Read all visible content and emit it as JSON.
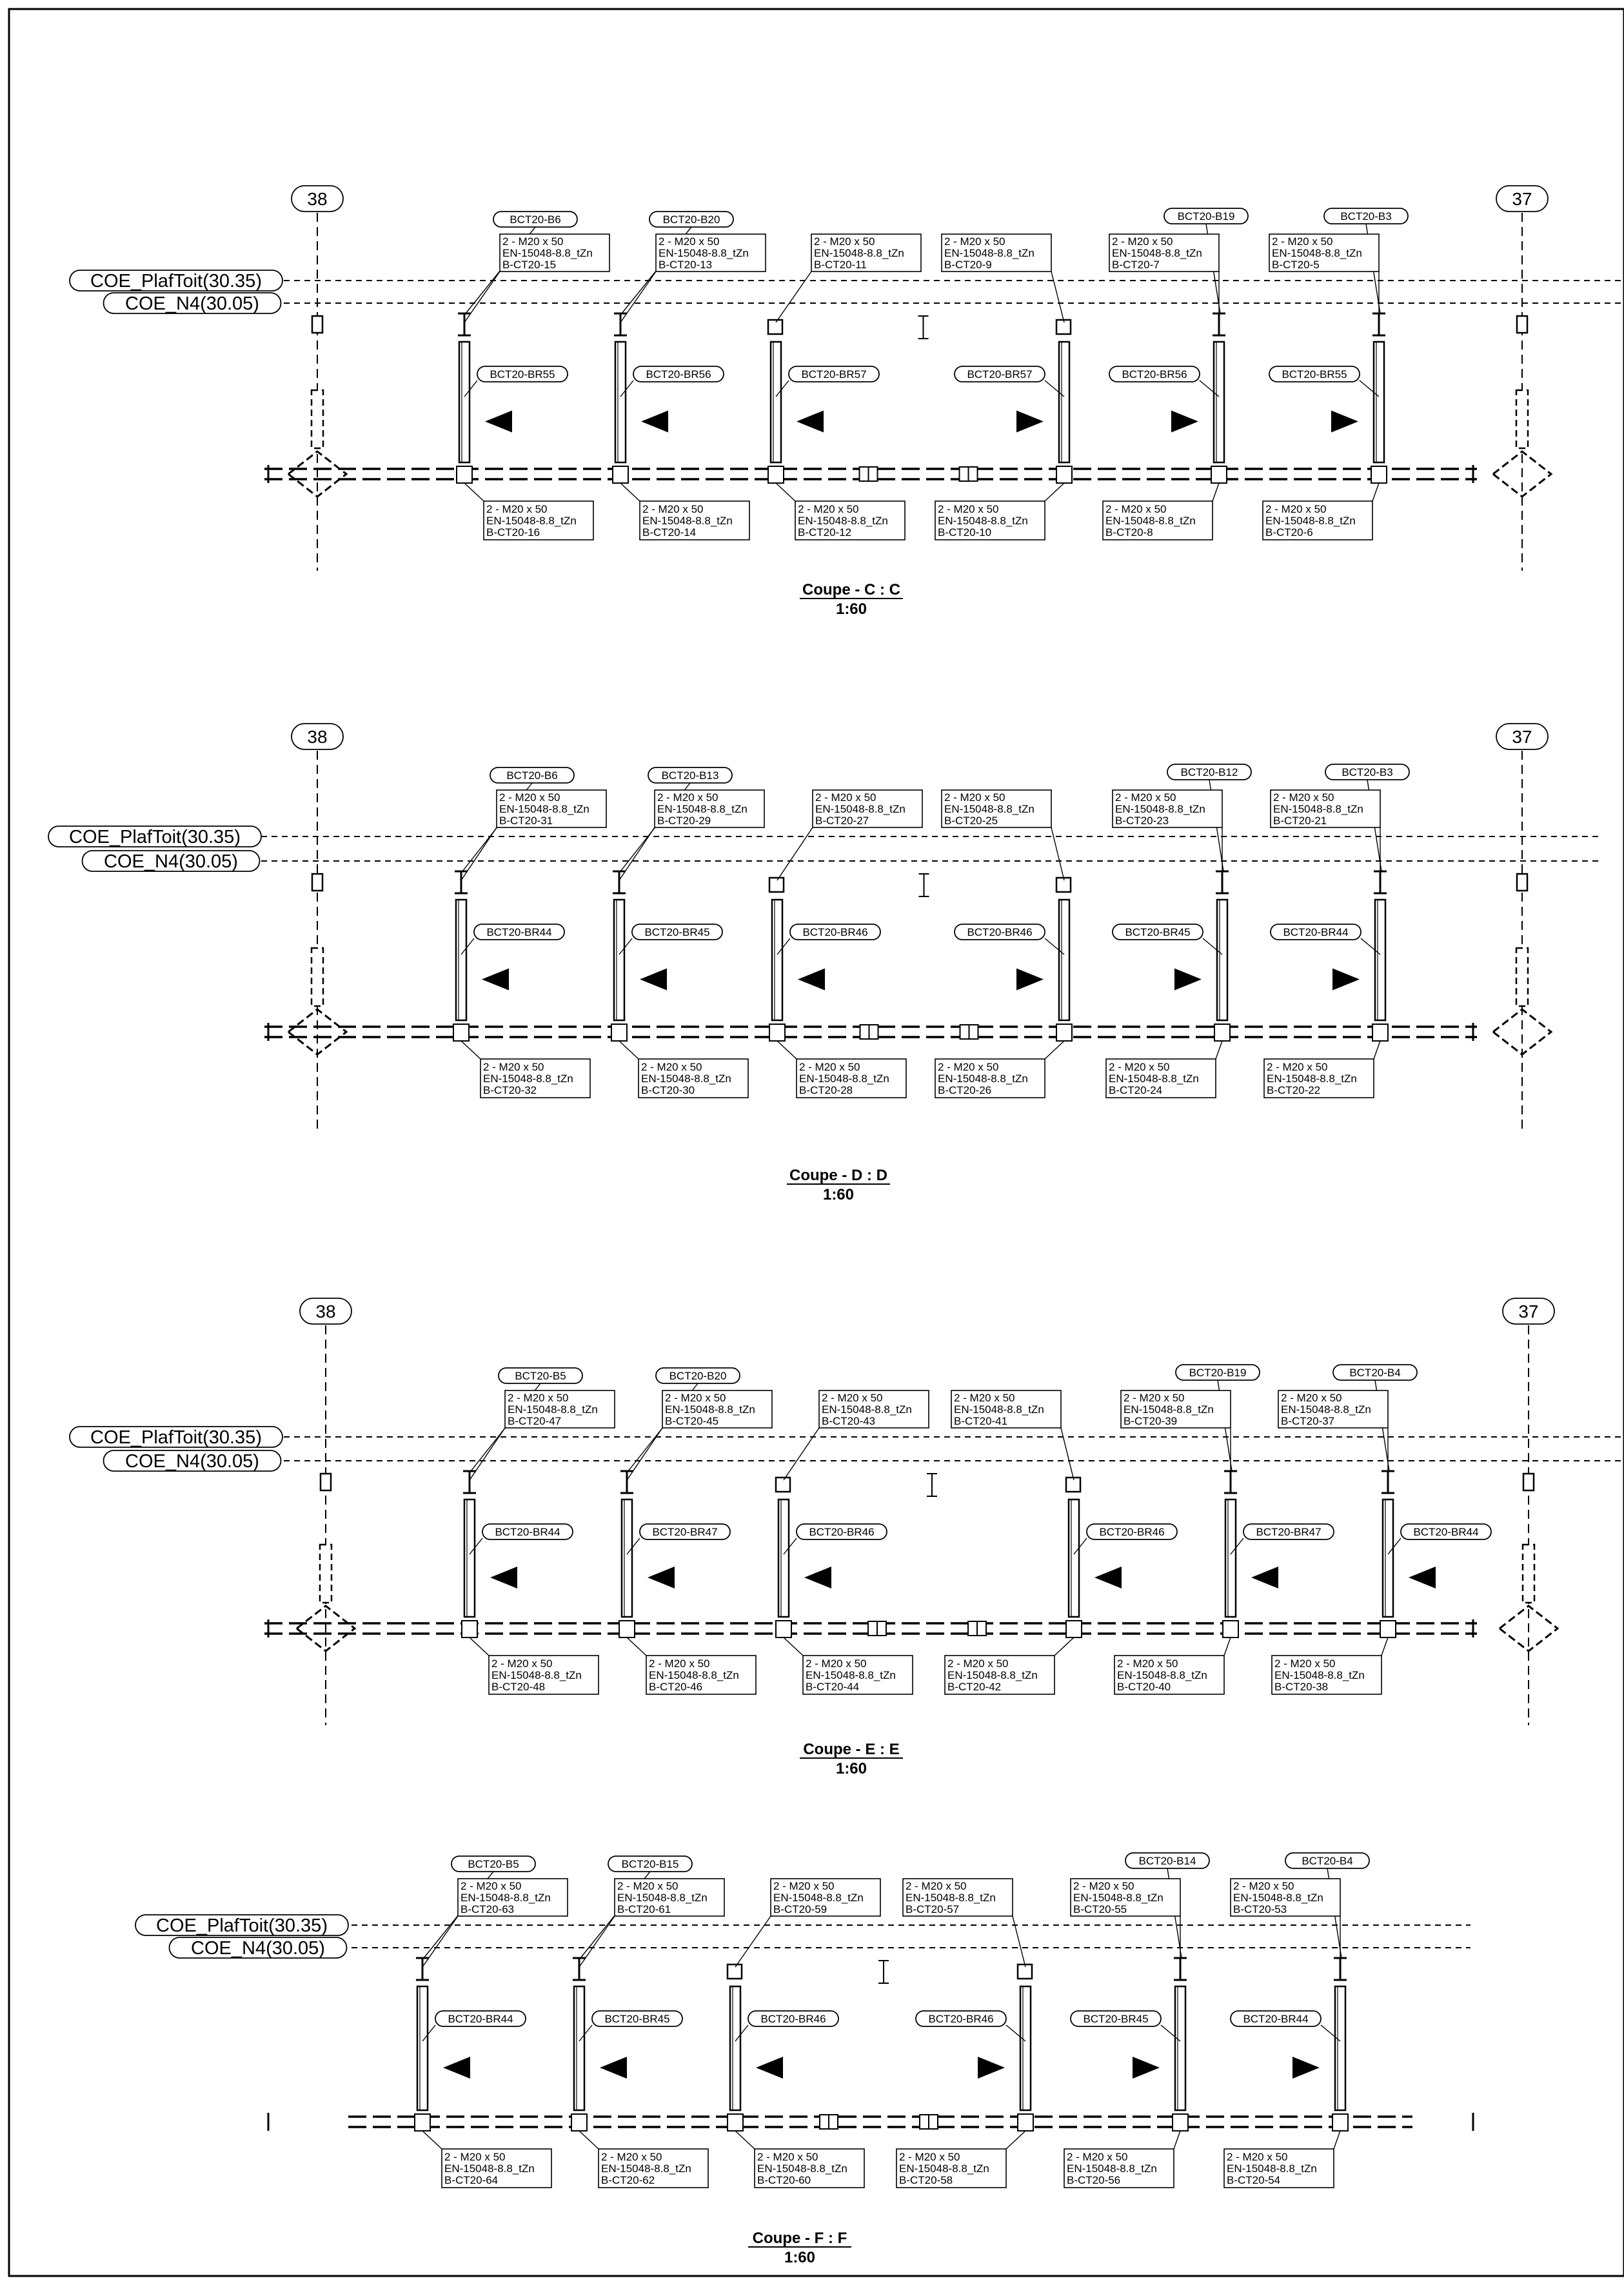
{
  "levels": {
    "top": "COE_PlafToit(30.35)",
    "bottom": "COE_N4(30.05)"
  },
  "gridlines": {
    "left": "38",
    "right": "37"
  },
  "sections": [
    {
      "title": "Coupe - C : C",
      "scale": "1:60",
      "has_gridlines": true,
      "beams": [
        "BCT20-B6",
        "BCT20-B20",
        "",
        "",
        "BCT20-B19",
        "BCT20-B3"
      ],
      "braces": [
        "BCT20-BR55",
        "BCT20-BR56",
        "BCT20-BR57",
        "BCT20-BR57",
        "BCT20-BR56",
        "BCT20-BR55"
      ],
      "arrows": [
        "left",
        "left",
        "left",
        "right",
        "right",
        "right"
      ],
      "top_bolts": [
        [
          "2 - M20 x 50",
          "EN-15048-8.8_tZn",
          "B-CT20-15"
        ],
        [
          "2 - M20 x 50",
          "EN-15048-8.8_tZn",
          "B-CT20-13"
        ],
        [
          "2 - M20 x 50",
          "EN-15048-8.8_tZn",
          "B-CT20-11"
        ],
        [
          "2 - M20 x 50",
          "EN-15048-8.8_tZn",
          "B-CT20-9"
        ],
        [
          "2 - M20 x 50",
          "EN-15048-8.8_tZn",
          "B-CT20-7"
        ],
        [
          "2 - M20 x 50",
          "EN-15048-8.8_tZn",
          "B-CT20-5"
        ]
      ],
      "bottom_bolts": [
        [
          "2 - M20 x 50",
          "EN-15048-8.8_tZn",
          "B-CT20-16"
        ],
        [
          "2 - M20 x 50",
          "EN-15048-8.8_tZn",
          "B-CT20-14"
        ],
        [
          "2 - M20 x 50",
          "EN-15048-8.8_tZn",
          "B-CT20-12"
        ],
        [
          "2 - M20 x 50",
          "EN-15048-8.8_tZn",
          "B-CT20-10"
        ],
        [
          "2 - M20 x 50",
          "EN-15048-8.8_tZn",
          "B-CT20-8"
        ],
        [
          "2 - M20 x 50",
          "EN-15048-8.8_tZn",
          "B-CT20-6"
        ]
      ]
    },
    {
      "title": "Coupe - D : D",
      "scale": "1:60",
      "has_gridlines": true,
      "beams": [
        "BCT20-B6",
        "BCT20-B13",
        "",
        "",
        "BCT20-B12",
        "BCT20-B3"
      ],
      "braces": [
        "BCT20-BR44",
        "BCT20-BR45",
        "BCT20-BR46",
        "BCT20-BR46",
        "BCT20-BR45",
        "BCT20-BR44"
      ],
      "arrows": [
        "left",
        "left",
        "left",
        "right",
        "right",
        "right"
      ],
      "top_bolts": [
        [
          "2 - M20 x 50",
          "EN-15048-8.8_tZn",
          "B-CT20-31"
        ],
        [
          "2 - M20 x 50",
          "EN-15048-8.8_tZn",
          "B-CT20-29"
        ],
        [
          "2 - M20 x 50",
          "EN-15048-8.8_tZn",
          "B-CT20-27"
        ],
        [
          "2 - M20 x 50",
          "EN-15048-8.8_tZn",
          "B-CT20-25"
        ],
        [
          "2 - M20 x 50",
          "EN-15048-8.8_tZn",
          "B-CT20-23"
        ],
        [
          "2 - M20 x 50",
          "EN-15048-8.8_tZn",
          "B-CT20-21"
        ]
      ],
      "bottom_bolts": [
        [
          "2 - M20 x 50",
          "EN-15048-8.8_tZn",
          "B-CT20-32"
        ],
        [
          "2 - M20 x 50",
          "EN-15048-8.8_tZn",
          "B-CT20-30"
        ],
        [
          "2 - M20 x 50",
          "EN-15048-8.8_tZn",
          "B-CT20-28"
        ],
        [
          "2 - M20 x 50",
          "EN-15048-8.8_tZn",
          "B-CT20-26"
        ],
        [
          "2 - M20 x 50",
          "EN-15048-8.8_tZn",
          "B-CT20-24"
        ],
        [
          "2 - M20 x 50",
          "EN-15048-8.8_tZn",
          "B-CT20-22"
        ]
      ]
    },
    {
      "title": "Coupe - E : E",
      "scale": "1:60",
      "has_gridlines": true,
      "beams": [
        "BCT20-B5",
        "BCT20-B20",
        "",
        "",
        "BCT20-B19",
        "BCT20-B4"
      ],
      "braces": [
        "BCT20-BR44",
        "BCT20-BR47",
        "BCT20-BR46",
        "BCT20-BR46",
        "BCT20-BR47",
        "BCT20-BR44"
      ],
      "arrows": [
        "left",
        "left",
        "left",
        "left",
        "left",
        "left"
      ],
      "top_bolts": [
        [
          "2 - M20 x 50",
          "EN-15048-8.8_tZn",
          "B-CT20-47"
        ],
        [
          "2 - M20 x 50",
          "EN-15048-8.8_tZn",
          "B-CT20-45"
        ],
        [
          "2 - M20 x 50",
          "EN-15048-8.8_tZn",
          "B-CT20-43"
        ],
        [
          "2 - M20 x 50",
          "EN-15048-8.8_tZn",
          "B-CT20-41"
        ],
        [
          "2 - M20 x 50",
          "EN-15048-8.8_tZn",
          "B-CT20-39"
        ],
        [
          "2 - M20 x 50",
          "EN-15048-8.8_tZn",
          "B-CT20-37"
        ]
      ],
      "bottom_bolts": [
        [
          "2 - M20 x 50",
          "EN-15048-8.8_tZn",
          "B-CT20-48"
        ],
        [
          "2 - M20 x 50",
          "EN-15048-8.8_tZn",
          "B-CT20-46"
        ],
        [
          "2 - M20 x 50",
          "EN-15048-8.8_tZn",
          "B-CT20-44"
        ],
        [
          "2 - M20 x 50",
          "EN-15048-8.8_tZn",
          "B-CT20-42"
        ],
        [
          "2 - M20 x 50",
          "EN-15048-8.8_tZn",
          "B-CT20-40"
        ],
        [
          "2 - M20 x 50",
          "EN-15048-8.8_tZn",
          "B-CT20-38"
        ]
      ]
    },
    {
      "title": "Coupe - F : F",
      "scale": "1:60",
      "has_gridlines": false,
      "beams": [
        "BCT20-B5",
        "BCT20-B15",
        "",
        "",
        "BCT20-B14",
        "BCT20-B4"
      ],
      "braces": [
        "BCT20-BR44",
        "BCT20-BR45",
        "BCT20-BR46",
        "BCT20-BR46",
        "BCT20-BR45",
        "BCT20-BR44"
      ],
      "arrows": [
        "left",
        "left",
        "left",
        "right",
        "right",
        "right"
      ],
      "top_bolts": [
        [
          "2 - M20 x 50",
          "EN-15048-8.8_tZn",
          "B-CT20-63"
        ],
        [
          "2 - M20 x 50",
          "EN-15048-8.8_tZn",
          "B-CT20-61"
        ],
        [
          "2 - M20 x 50",
          "EN-15048-8.8_tZn",
          "B-CT20-59"
        ],
        [
          "2 - M20 x 50",
          "EN-15048-8.8_tZn",
          "B-CT20-57"
        ],
        [
          "2 - M20 x 50",
          "EN-15048-8.8_tZn",
          "B-CT20-55"
        ],
        [
          "2 - M20 x 50",
          "EN-15048-8.8_tZn",
          "B-CT20-53"
        ]
      ],
      "bottom_bolts": [
        [
          "2 - M20 x 50",
          "EN-15048-8.8_tZn",
          "B-CT20-64"
        ],
        [
          "2 - M20 x 50",
          "EN-15048-8.8_tZn",
          "B-CT20-62"
        ],
        [
          "2 - M20 x 50",
          "EN-15048-8.8_tZn",
          "B-CT20-60"
        ],
        [
          "2 - M20 x 50",
          "EN-15048-8.8_tZn",
          "B-CT20-58"
        ],
        [
          "2 - M20 x 50",
          "EN-15048-8.8_tZn",
          "B-CT20-56"
        ],
        [
          "2 - M20 x 50",
          "EN-15048-8.8_tZn",
          "B-CT20-54"
        ]
      ]
    }
  ]
}
